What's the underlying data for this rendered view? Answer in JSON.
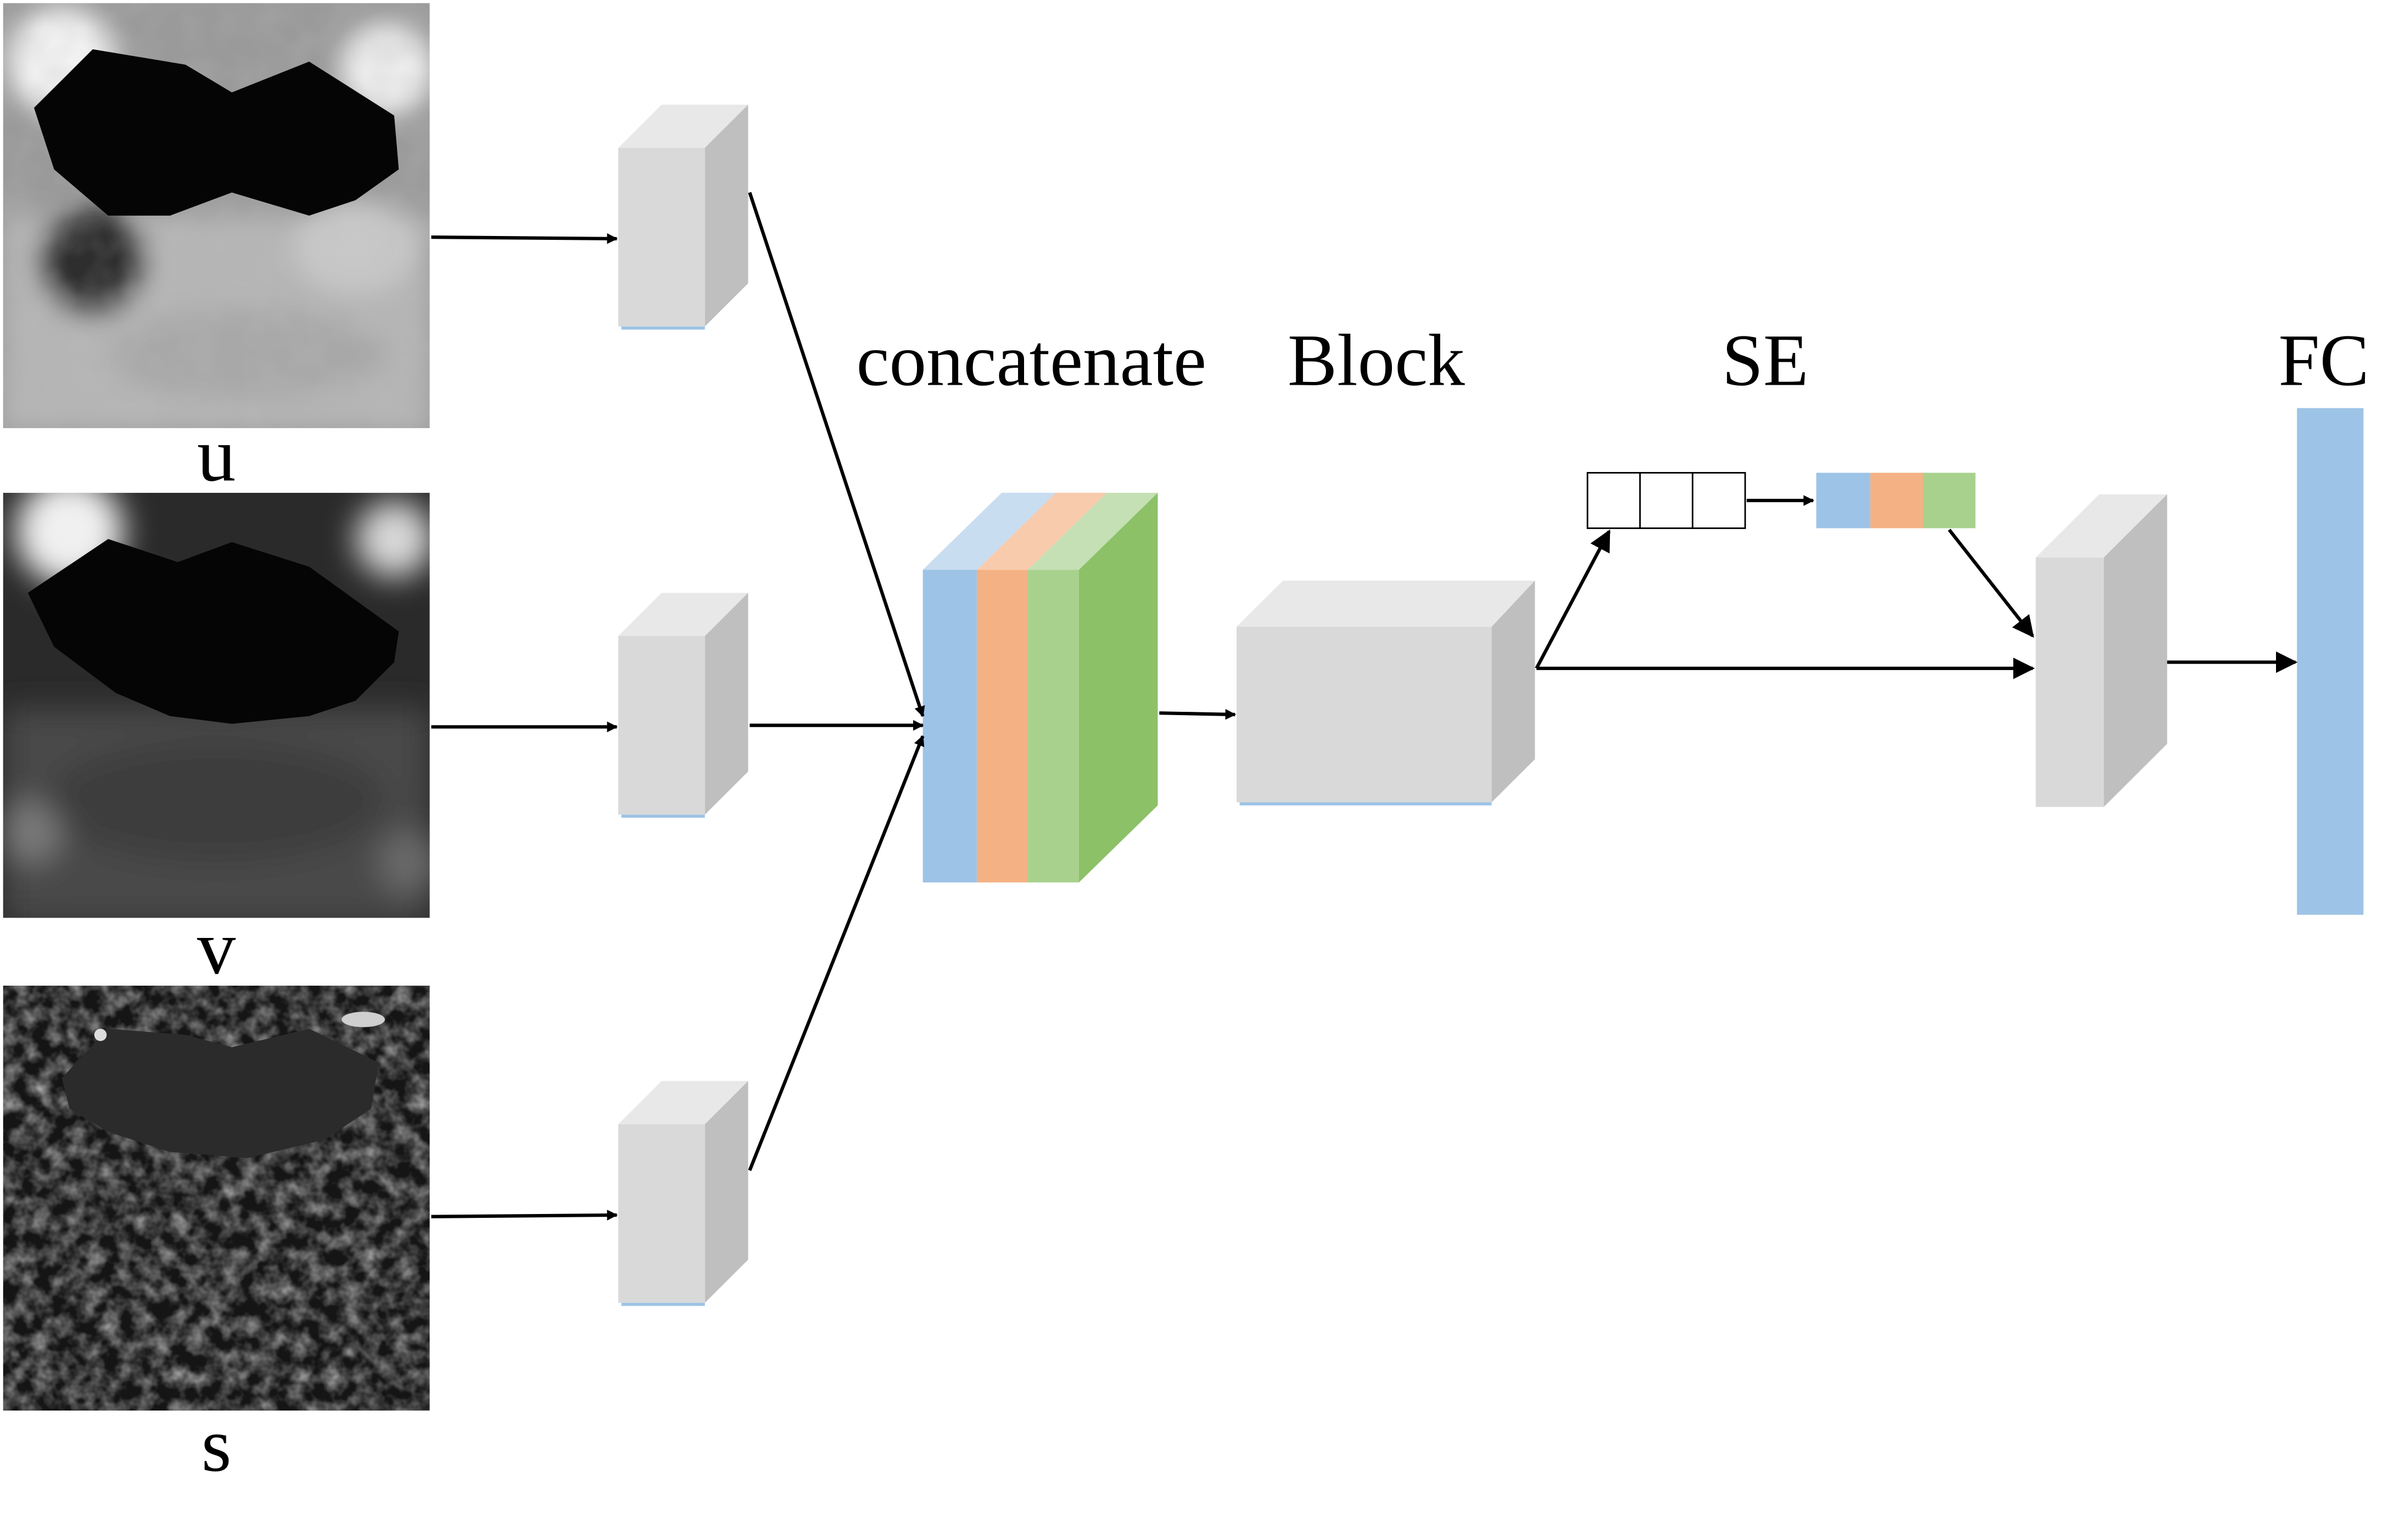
{
  "inputs": [
    {
      "label": "u"
    },
    {
      "label": "v"
    },
    {
      "label": "s"
    }
  ],
  "stages": {
    "concatenate": "concatenate",
    "block": "Block",
    "se": "SE",
    "fc": "FC"
  },
  "colors": {
    "blue": "#9DC3E6",
    "orange": "#F4B183",
    "light_green": "#A9D18E",
    "green": "#8CC168",
    "box_front": "#D9D9D9",
    "box_top": "#E8E8E8",
    "box_side": "#BFBFBF"
  }
}
